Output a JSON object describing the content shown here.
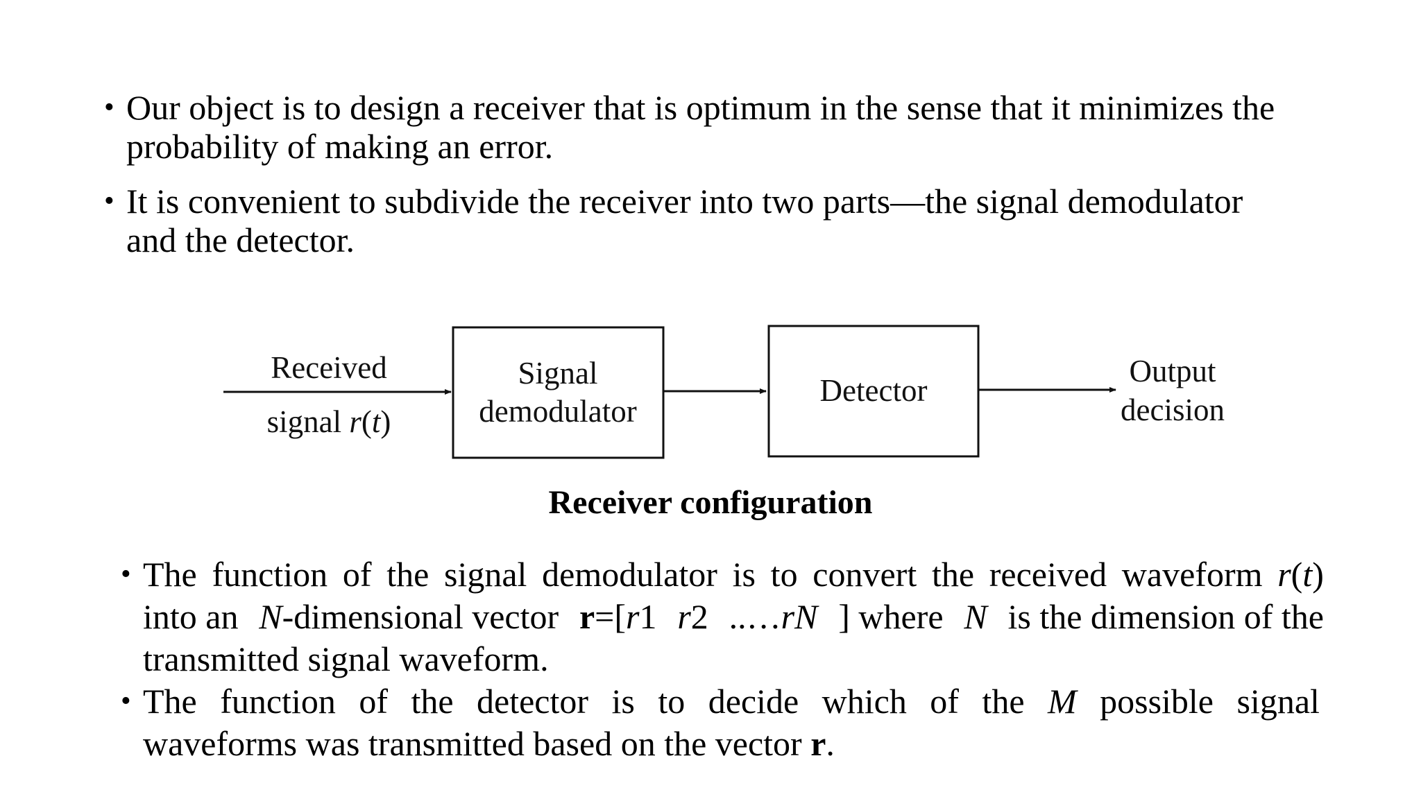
{
  "bullets": {
    "b1": {
      "line1": "Our object is to design a receiver that is optimum in the sense that it minimizes the",
      "line2": "probability of making an error."
    },
    "b2": {
      "line1": "It is convenient to subdivide the receiver into two parts—the signal demodulator",
      "line2": "and the detector."
    },
    "b3": {
      "l1": [
        "The",
        "function",
        "of",
        "the",
        "signal",
        "demodulator",
        "is",
        "to",
        "convert",
        "the",
        "received",
        "waveform"
      ],
      "l1_r": "r",
      "l1_t": "t",
      "l2_a": "into an",
      "l2_N": "N",
      "l2_b": "-dimensional vector",
      "l2_rbold": "r",
      "l2_c": "=[",
      "l2_r1": "r",
      "l2_1": "1",
      "l2_r2": "r",
      "l2_2": "2",
      "l2_dots": "..…",
      "l2_rN": "rN",
      "l2_d": "] where",
      "l2_N2": "N",
      "l2_e": "is the dimension of the",
      "l3": "transmitted signal waveform."
    },
    "b4": {
      "l1_a": [
        "The",
        "function",
        "of",
        "the",
        "detector",
        "is",
        "to",
        "decide",
        "which",
        "of",
        "the"
      ],
      "l1_M": "M",
      "l1_b": [
        "possible",
        "signal"
      ],
      "l2_a": "waveforms was transmitted based on the vector",
      "l2_r": "r",
      "l2_end": "."
    }
  },
  "diagram": {
    "input_label_1": "Received",
    "input_label_2": "signal",
    "input_r": "r",
    "input_t": "t",
    "block1_line1": "Signal",
    "block1_line2": "demodulator",
    "block2": "Detector",
    "output_label_1": "Output",
    "output_label_2": "decision",
    "caption": "Receiver configuration"
  }
}
